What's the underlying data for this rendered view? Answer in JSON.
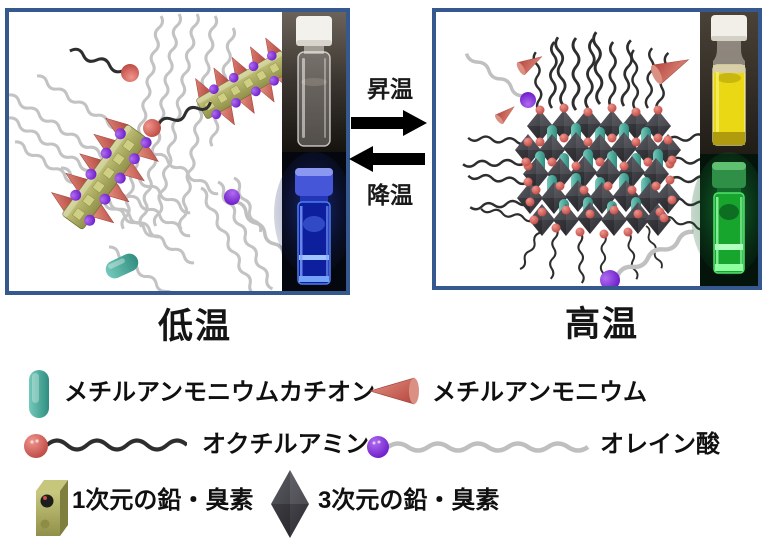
{
  "panels": {
    "low": {
      "label": "低温"
    },
    "high": {
      "label": "高温"
    }
  },
  "transition": {
    "heating_label": "昇温",
    "cooling_label": "降温"
  },
  "legend": {
    "items": [
      {
        "icon": "methylammonium-cation-cylinder-icon",
        "label": "メチルアンモニウムカチオン"
      },
      {
        "icon": "methylammonium-cone-icon",
        "label": "メチルアンモニウム"
      },
      {
        "icon": "octylamine-ligand-icon",
        "label": "オクチルアミン"
      },
      {
        "icon": "oleic-acid-ligand-icon",
        "label": "オレイン酸"
      },
      {
        "icon": "lead-bromide-1d-box-icon",
        "label": "1次元の鉛・臭素"
      },
      {
        "icon": "lead-bromide-3d-octahedron-icon",
        "label": "3次元の鉛・臭素"
      }
    ]
  },
  "colors": {
    "panel_border": "#35598e",
    "methylammonium_cation_teal": "#3fa094",
    "methylammonium_red": "#c9504a",
    "oleic_acid_purple": "#7a1fd4",
    "lead_bromide_1d_olive": "#a6a656",
    "lead_bromide_3d_gray": "#3a3a40",
    "ligand_gray": "#c3c3c3",
    "chain_black": "#2e2e2e",
    "blue_emission": "#2a46d8",
    "yellow_solution": "#e8d513",
    "green_emission": "#27c53b"
  }
}
